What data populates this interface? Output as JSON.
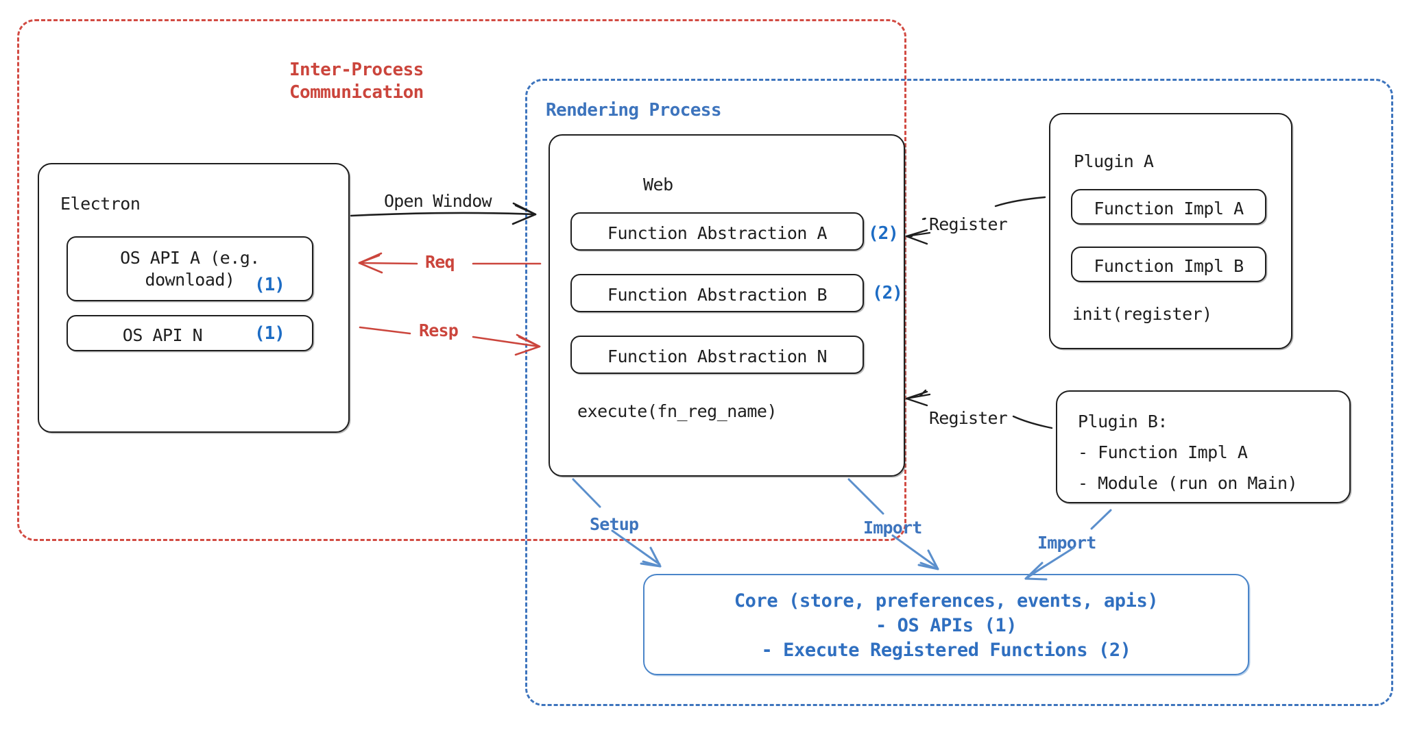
{
  "diagram": {
    "title": "Electron plugin architecture",
    "colors": {
      "ipc_red": "#cb453c",
      "process_blue": "#3d74bd",
      "core_blue": "#2f6fc0",
      "stroke_black": "#1e1e1e"
    }
  },
  "groups": {
    "ipc": {
      "title": "Inter-Process\nCommunication"
    },
    "rendering": {
      "title": "Rendering Process"
    }
  },
  "electron": {
    "title": "Electron",
    "apis": [
      {
        "label": "OS API A (e.g.\ndownload)",
        "marker": "(1)"
      },
      {
        "label": "OS API N",
        "marker": "(1)"
      }
    ]
  },
  "web": {
    "title": "Web",
    "abstractions": [
      {
        "label": "Function Abstraction A",
        "marker": "(2)"
      },
      {
        "label": "Function Abstraction B",
        "marker": "(2)"
      },
      {
        "label": "Function Abstraction N",
        "marker": ""
      }
    ],
    "footer": "execute(fn_reg_name)"
  },
  "plugin_a": {
    "title": "Plugin A",
    "impls": [
      "Function Impl A",
      "Function Impl B"
    ],
    "footer": "init(register)"
  },
  "plugin_b": {
    "lines": [
      "Plugin B:",
      "- Function Impl A",
      "- Module (run on Main)"
    ]
  },
  "core": {
    "lines": [
      "Core (store, preferences, events, apis)",
      "- OS APIs (1)",
      "- Execute Registered Functions (2)"
    ]
  },
  "edges": {
    "open_window": "Open Window",
    "req": "Req",
    "resp": "Resp",
    "register_a": "Register",
    "register_b": "Register",
    "setup": "Setup",
    "import_web": "Import",
    "import_plugin": "Import"
  }
}
